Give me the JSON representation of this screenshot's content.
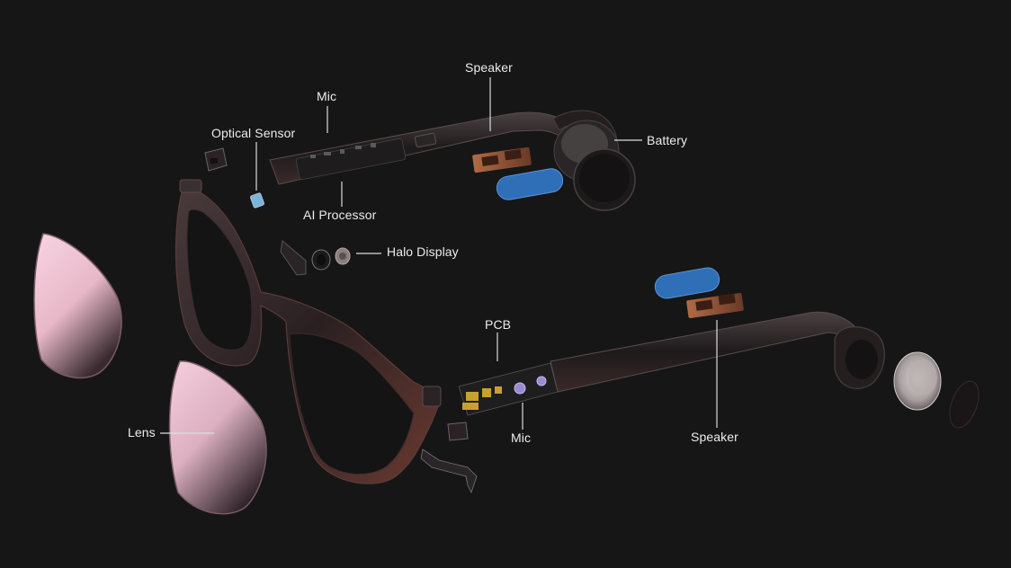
{
  "labels": {
    "speaker_top": "Speaker",
    "mic_top": "Mic",
    "optical_sensor": "Optical Sensor",
    "battery": "Battery",
    "ai_processor": "AI Processor",
    "halo_display": "Halo Display",
    "pcb": "PCB",
    "mic_bottom": "Mic",
    "speaker_bottom": "Speaker",
    "lens": "Lens"
  },
  "colors": {
    "background": "#161616",
    "frame": "#2c2224",
    "frame_highlight": "#6a4a4a",
    "lens_tint": "#f0c6d6",
    "blue_pad": "#2f6fb8",
    "speaker_module": "#9c5a3a",
    "pcb_gold": "#c8a032",
    "battery_silver": "#b8b4b4",
    "leader_line": "#dcdcdc",
    "label_text": "#ececec"
  }
}
